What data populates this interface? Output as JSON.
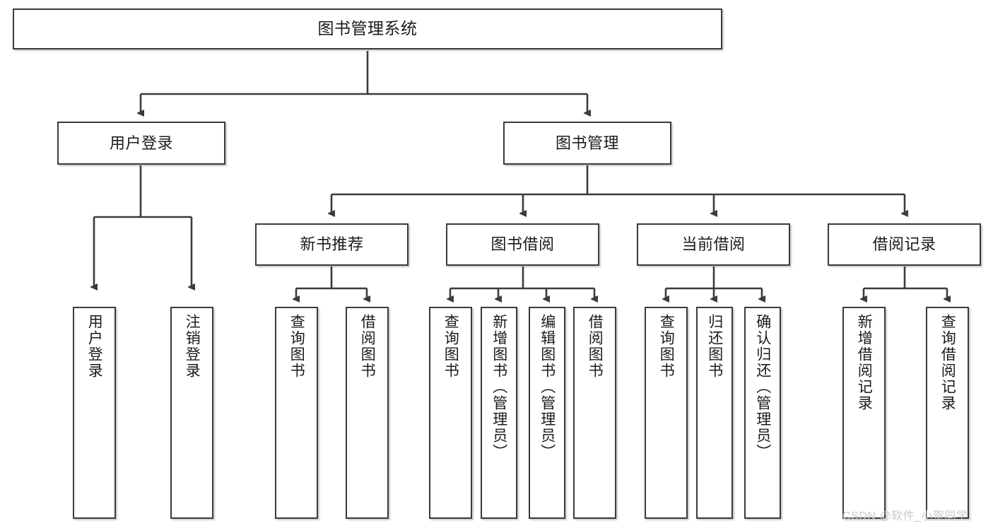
{
  "diagram": {
    "title": "图书管理系统",
    "type": "tree",
    "watermark": "CSDN @软件_小贺同学",
    "colors": {
      "border": "#3b3b3b",
      "background": "#ffffff",
      "text": "#1b1b1b",
      "edge": "#3b3b3b",
      "watermark": "#c9c9c9"
    },
    "nodes": {
      "root": {
        "label": "图书管理系统"
      },
      "level2": [
        {
          "label": "用户登录"
        },
        {
          "label": "图书管理"
        }
      ],
      "level3": [
        {
          "label": "新书推荐"
        },
        {
          "label": "图书借阅"
        },
        {
          "label": "当前借阅"
        },
        {
          "label": "借阅记录"
        }
      ],
      "leaves": {
        "user_login": [
          {
            "label": "用户登录"
          },
          {
            "label": "注销登录"
          }
        ],
        "new_book": [
          {
            "label": "查询图书"
          },
          {
            "label": "借阅图书"
          }
        ],
        "book_borrow": [
          {
            "label": "查询图书"
          },
          {
            "label": "新增图书（管理员）"
          },
          {
            "label": "编辑图书（管理员）"
          },
          {
            "label": "借阅图书"
          }
        ],
        "current_borrow": [
          {
            "label": "查询图书"
          },
          {
            "label": "归还图书"
          },
          {
            "label": "确认归还（管理员）"
          }
        ],
        "borrow_record": [
          {
            "label": "新增借阅记录"
          },
          {
            "label": "查询借阅记录"
          }
        ]
      }
    }
  }
}
